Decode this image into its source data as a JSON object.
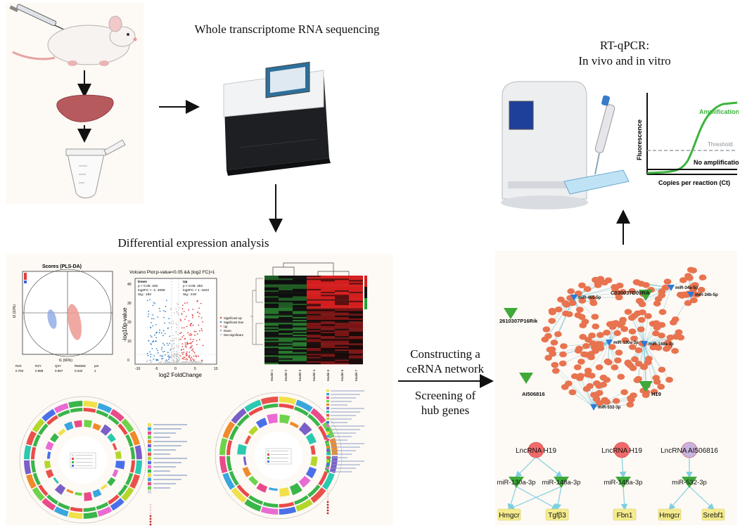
{
  "captions": {
    "sequencing": "Whole transcriptome RNA sequencing",
    "rtqpcr_line1": "RT-qPCR:",
    "rtqpcr_line2": "In vivo and in vitro",
    "differential": "Differential expression analysis",
    "cerna_line1": "Constructing a",
    "cerna_line2": "ceRNA network",
    "hub_line1": "Screening of",
    "hub_line2": "hub genes"
  },
  "qpcr_chart": {
    "ylabel": "Fluorescence",
    "xlabel": "Copies per reaction (Ct)",
    "amplification": "Amplification",
    "threshold": "Threshold",
    "no_amplification": "No amplification"
  },
  "plsda": {
    "title": "Scores (PLS-DA)",
    "ylabel": "t2 (10%)",
    "xlabel": "t1 (66%)",
    "stats_labels": [
      "R2X",
      "R2Y",
      "Q2Y",
      "RMSEE",
      "pre"
    ],
    "stats_values": [
      "0.763",
      "0.988",
      "0.967",
      "0.032",
      "2"
    ]
  },
  "volcano": {
    "title": "Volcano Plot:p-value<0.05 && |log2 FC|>1",
    "ylabel": "-log10p-value",
    "xlabel": "log2 FoldChange",
    "down_box": [
      "Down",
      "p < 0.05: 345",
      "log2FC < -1: 2059",
      "Sig.: 183"
    ],
    "up_box": [
      "Up",
      "p < 0.05: 262",
      "log2FC > 1: 1623",
      "Sig.: 218"
    ],
    "legend": [
      "Significant Up",
      "Significant Down",
      "Up",
      "Down",
      "Non-significant"
    ],
    "yticks": [
      "40",
      "30",
      "20",
      "10",
      "0"
    ],
    "xticks": [
      "-10",
      "-5",
      "0",
      "5",
      "10"
    ]
  },
  "heatmap": {
    "columns": [
      "Model-1",
      "Model-2",
      "Model-3",
      "Model-4",
      "Model-5",
      "Model-6",
      "Model-7"
    ]
  },
  "network": {
    "mirna_labels": [
      "miR-455-5p",
      "miR-130a-3p",
      "miR-148a-3p",
      "miR-532-3p",
      "miR-34a-5p",
      "miR-34b-5p"
    ],
    "lncrna_labels": [
      "2610307P16Rik",
      "C030037D09Rik",
      "AI506816",
      "H19"
    ]
  },
  "hub_networks": [
    {
      "lnc": "LncRNA H19",
      "mirs": [
        "miR-130a-3p",
        "miR-148a-3p"
      ],
      "genes": [
        "Hmgcr",
        "Tgfβ3"
      ]
    },
    {
      "lnc": "LncRNA H19",
      "mirs": [
        "miR-148a-3p"
      ],
      "genes": [
        "Fbn1"
      ]
    },
    {
      "lnc": "LncRNA AI506816",
      "mirs": [
        "miR-532-3p"
      ],
      "genes": [
        "Hmgcr",
        "Srebf1"
      ]
    }
  ],
  "colors": {
    "mirna": "#3fa93a",
    "gene": "#f4ec8e",
    "lnc_h19": "#ef6a6a",
    "lnc_ai": "#c9b3e0",
    "edge": "#7fcfe0",
    "network_node": "#e8734f",
    "panel_bg": "#fdf9f4"
  }
}
